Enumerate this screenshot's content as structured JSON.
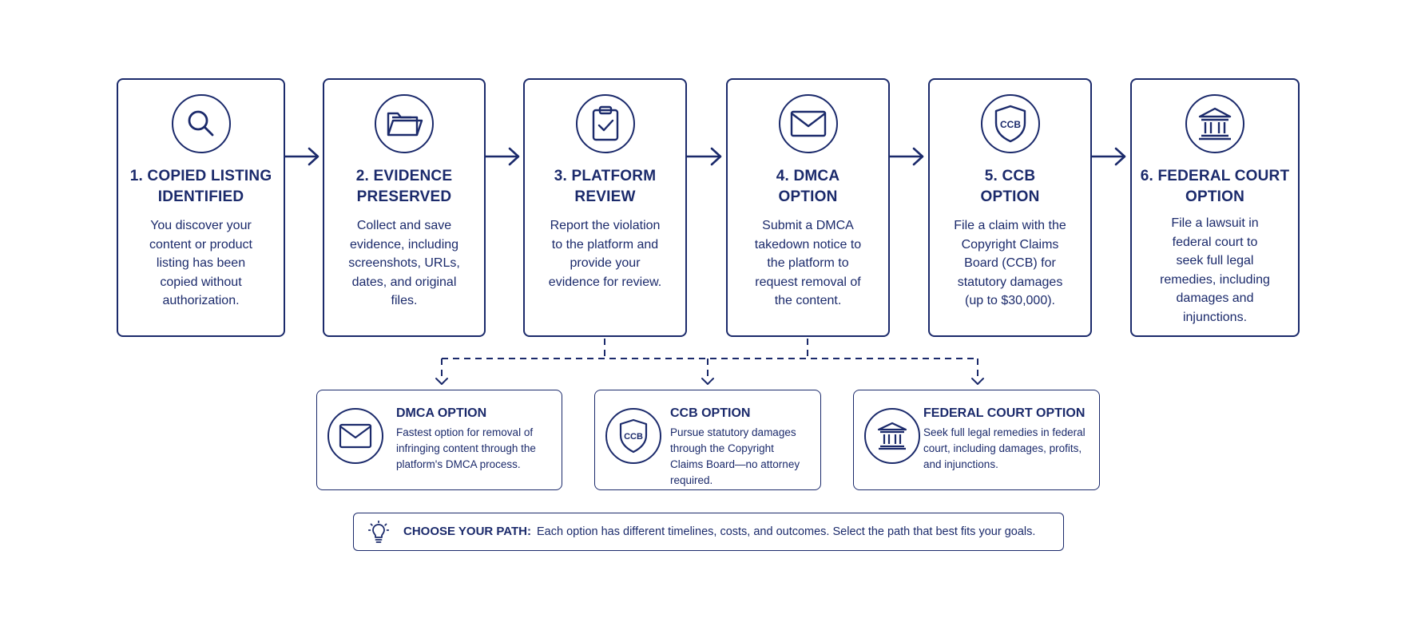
{
  "colors": {
    "primary": "#1b2a6b",
    "background": "#ffffff"
  },
  "steps": [
    {
      "icon": "magnifier-icon",
      "title_line1": "1. COPIED LISTING",
      "title_line2": "IDENTIFIED",
      "description": "You discover your content or product listing has been copied without authorization."
    },
    {
      "icon": "folder-icon",
      "title_line1": "2. EVIDENCE",
      "title_line2": "PRESERVED",
      "description": "Collect and save evidence, including screenshots, URLs, dates, and original files."
    },
    {
      "icon": "clipboard-check-icon",
      "title_line1": "3. PLATFORM",
      "title_line2": "REVIEW",
      "description": "Report the violation to the platform and provide your evidence for review."
    },
    {
      "icon": "envelope-icon",
      "title_line1": "4. DMCA",
      "title_line2": "OPTION",
      "description": "Submit a DMCA takedown notice to the platform to request removal of the content."
    },
    {
      "icon": "ccb-shield-icon",
      "title_line1": "5. CCB",
      "title_line2": "OPTION",
      "description": "File a claim with the Copyright Claims Board (CCB) for statutory damages (up to $30,000).",
      "icon_text": "CCB"
    },
    {
      "icon": "courthouse-icon",
      "title_line1": "6. FEDERAL COURT",
      "title_line2": "OPTION",
      "description": "File a lawsuit in federal court to seek full legal remedies, including damages and injunctions."
    }
  ],
  "options": [
    {
      "icon": "envelope-icon",
      "title": "DMCA OPTION",
      "description": "Fastest option for removal of infringing content through the platform's DMCA process."
    },
    {
      "icon": "ccb-shield-icon",
      "title": "CCB OPTION",
      "description": "Pursue statutory damages through the Copyright Claims Board—no attorney required.",
      "icon_text": "CCB"
    },
    {
      "icon": "courthouse-icon",
      "title": "FEDERAL COURT OPTION",
      "description": "Seek full legal remedies in federal court, including damages, profits, and injunctions."
    }
  ],
  "tip": {
    "icon": "lightbulb-icon",
    "label": "CHOOSE YOUR PATH:",
    "text": "Each option has different timelines, costs, and outcomes. Select the path that best fits your goals."
  }
}
